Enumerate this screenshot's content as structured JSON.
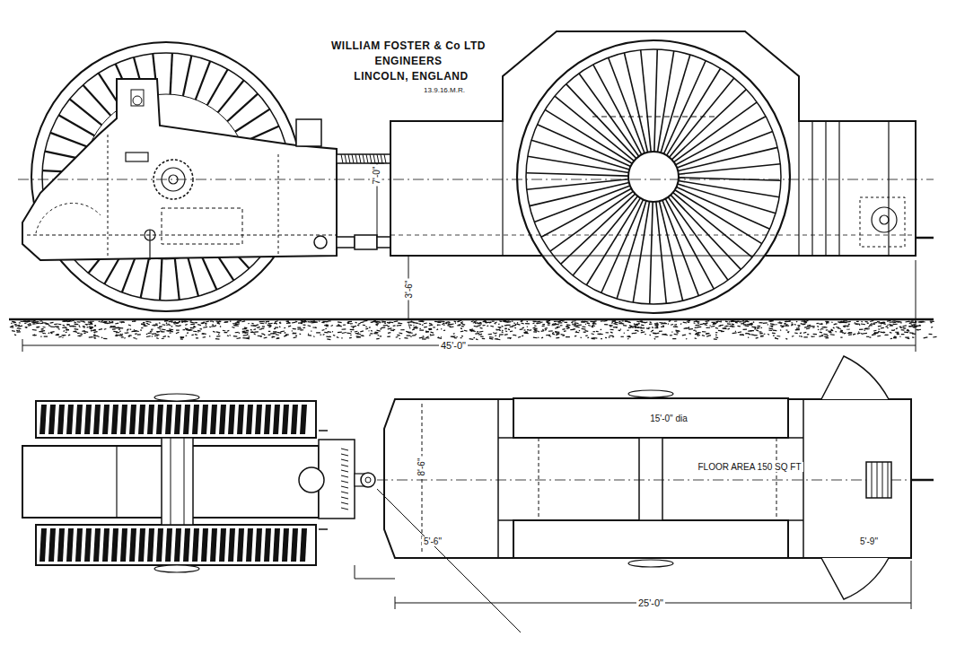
{
  "diagram": {
    "labels": [
      "WILLIAM FOSTER & Co LTD",
      "ENGINEERS",
      "LINCOLN, ENGLAND",
      "13.9.16.M.R.",
      "7'-0\"",
      "3'-6\"",
      "45'-0\"",
      "15'-0\" dia",
      "8'-6\"",
      "FLOOR AREA 150 SQ FT",
      "5'-6\"",
      "5'-9\"",
      "25'-0\""
    ]
  }
}
